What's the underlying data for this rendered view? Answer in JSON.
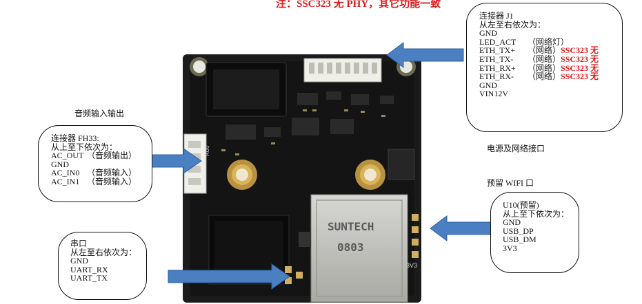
{
  "top_note": "注：SSC323 无 PHY，其它功能一致",
  "labels": {
    "audio_io": "音频输入输出",
    "power_network": "电源及网络接口",
    "wifi_reserved": "预留 WIFI 口"
  },
  "connector_j1": {
    "title": "连接器 J1",
    "order": "从左至右依次为：",
    "pins": [
      {
        "name": "GND",
        "note": "",
        "flag": ""
      },
      {
        "name": "LED_ACT",
        "note": "（网络灯）",
        "flag": ""
      },
      {
        "name": "ETH_TX+",
        "note": "（网络）",
        "flag": "SSC323 无"
      },
      {
        "name": "ETH_TX-",
        "note": "（网络）",
        "flag": "SSC323 无"
      },
      {
        "name": "ETH_RX+",
        "note": "（网络）",
        "flag": "SSC323 无"
      },
      {
        "name": "ETH_RX-",
        "note": "（网络）",
        "flag": "SSC323 无"
      },
      {
        "name": "GND",
        "note": "",
        "flag": ""
      },
      {
        "name": "VIN12V",
        "note": "",
        "flag": ""
      }
    ]
  },
  "connector_fh33": {
    "title": "连接器 FH33:",
    "order": "从上至下依次为：",
    "pins": [
      {
        "name": "AC_OUT",
        "note": "（音频输出）"
      },
      {
        "name": "GND",
        "note": ""
      },
      {
        "name": "AC_IN0",
        "note": "（音频输入）"
      },
      {
        "name": "AC_IN1",
        "note": "（音频输入）"
      }
    ]
  },
  "uart": {
    "title": "串口",
    "order": "从左至右依次为：",
    "pins": [
      "GND",
      "UART_RX",
      "UART_TX"
    ]
  },
  "u10": {
    "title": "U10(预留)",
    "order": "从上至下依次为：",
    "pins": [
      "GND",
      "USB_DP",
      "USB_DM",
      "3V3"
    ]
  },
  "board": {
    "chip_brand": "SUNTECH",
    "chip_code": "0803",
    "silk_au": "AU0",
    "silk_3v3": "3V3"
  },
  "colors": {
    "arrow_fill": "#4a7fc1",
    "arrow_stroke": "#2d5f9e",
    "highlight_red": "#e0191b",
    "pcb": "#141414"
  }
}
